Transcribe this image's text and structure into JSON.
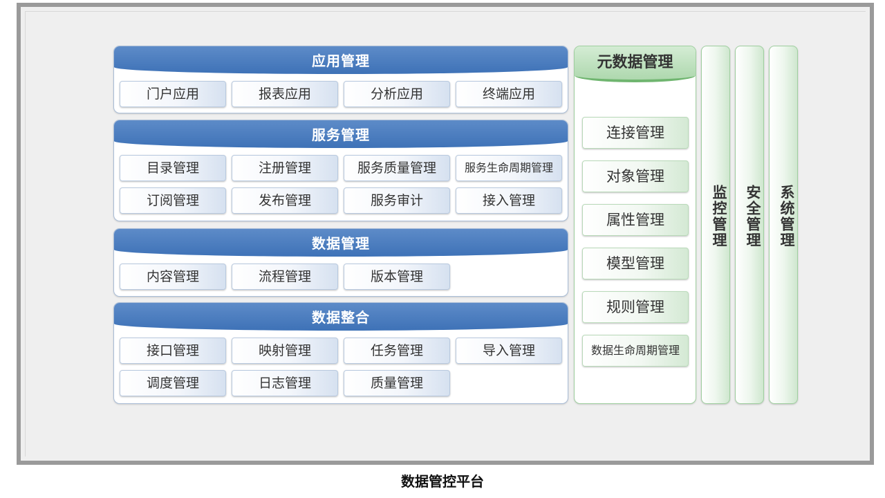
{
  "panels": [
    {
      "title": "应用管理",
      "items": [
        "门户应用",
        "报表应用",
        "分析应用",
        "终端应用"
      ]
    },
    {
      "title": "服务管理",
      "items": [
        "目录管理",
        "注册管理",
        "服务质量管理",
        "服务生命周期管理",
        "订阅管理",
        "发布管理",
        "服务审计",
        "接入管理"
      ]
    },
    {
      "title": "数据管理",
      "items": [
        "内容管理",
        "流程管理",
        "版本管理"
      ]
    },
    {
      "title": "数据整合",
      "items": [
        "接口管理",
        "映射管理",
        "任务管理",
        "导入管理",
        "调度管理",
        "日志管理",
        "质量管理"
      ]
    }
  ],
  "metadata": {
    "title": "元数据管理",
    "items": [
      "连接管理",
      "对象管理",
      "属性管理",
      "模型管理",
      "规则管理",
      "数据生命周期管理"
    ]
  },
  "columns": [
    "监控管理",
    "安全管理",
    "系统管理"
  ],
  "caption": "数据管控平台",
  "colors": {
    "panel_header": "#4a7cbd",
    "meta_header": "#b8ddb8",
    "meta_accent": "#6fb56f",
    "frame": "#9a9a9a"
  }
}
